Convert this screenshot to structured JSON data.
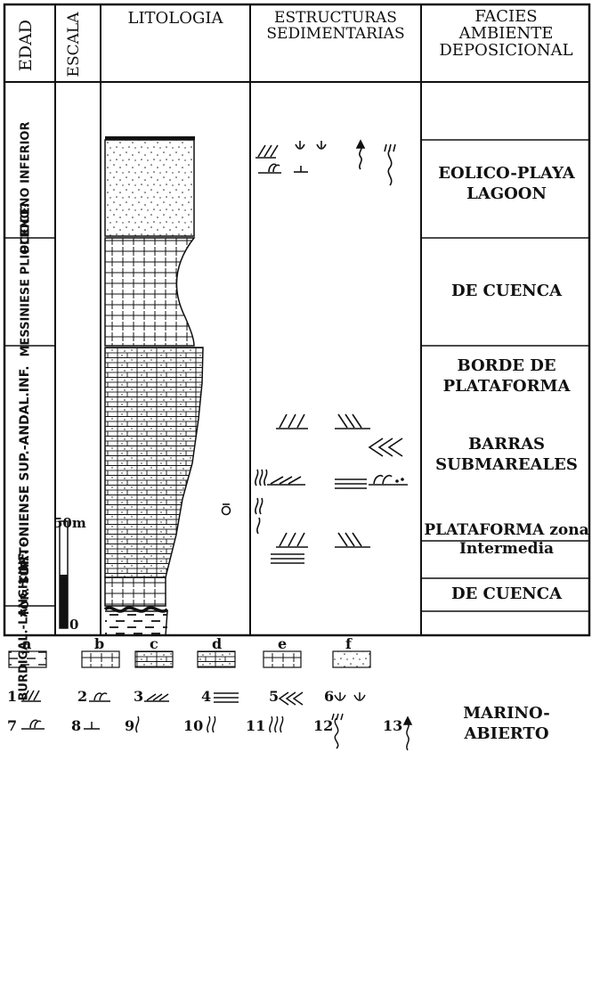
{
  "headers": {
    "edad": "EDAD",
    "escala": "ESCALA",
    "litologia": "LITOLOGIA",
    "estructuras": "ESTRUCTURAS SEDIMENTARIAS",
    "facies": "FACIES AMBIENTE DEPOSICIONAL"
  },
  "ages": [
    "PLIOCENO INFERIOR",
    "MESSINIESE PLIOCENO?",
    "TORTONIENSE SUP.-ANDAL.INF.",
    "TOR. SUP.",
    "BURDIGAL.-LANGH.INF. -"
  ],
  "facies": [
    "EOLICO-PLAYA LAGOON",
    "DE CUENCA",
    "BORDE DE PLATAFORMA",
    "BARRAS SUBMAREALES",
    "PLATAFORMA zona Intermedia",
    "DE CUENCA",
    "MARINO-ABIERTO"
  ],
  "scale": {
    "top": "50m",
    "bottom": "0"
  },
  "legend_letters": [
    "a",
    "b",
    "c",
    "d",
    "e",
    "f"
  ],
  "legend_numbers": [
    "1",
    "2",
    "3",
    "4",
    "5",
    "6",
    "7",
    "8",
    "9",
    "10",
    "11",
    "12",
    "13"
  ],
  "legend_lithology_icons": [
    "shale-icon",
    "marl-icon",
    "sandy-limestone-icon",
    "sandstone-blocks-icon",
    "marly-limestone-icon",
    "sand-icon"
  ],
  "legend_structure_icons": [
    "planar-cross-bedding-icon",
    "trough-cross-bedding-icon",
    "low-angle-lamination-icon",
    "horizontal-lamination-icon",
    "herringbone-icon",
    "cup-burrow-icon",
    "flaser-icon",
    "lenticular-icon",
    "single-burrow-icon",
    "double-burrow-icon",
    "triple-burrow-icon",
    "bioturbation-icon",
    "escape-burrow-icon"
  ]
}
